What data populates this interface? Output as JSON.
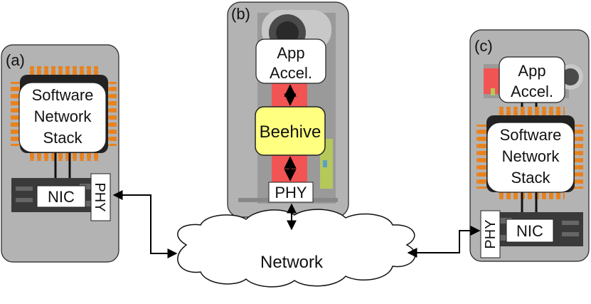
{
  "panels": {
    "a": {
      "label": "(a)",
      "stack_line1": "Software",
      "stack_line2": "Network",
      "stack_line3": "Stack",
      "nic": "NIC",
      "phy": "PHY"
    },
    "b": {
      "label": "(b)",
      "accel_line1": "App",
      "accel_line2": "Accel.",
      "beehive": "Beehive",
      "phy": "PHY"
    },
    "c": {
      "label": "(c)",
      "accel_line1": "App",
      "accel_line2": "Accel.",
      "stack_line1": "Software",
      "stack_line2": "Network",
      "stack_line3": "Stack",
      "nic": "NIC",
      "phy": "PHY"
    }
  },
  "network": {
    "label": "Network"
  },
  "colors": {
    "panel": "#b3b3b3",
    "chip_pins": "#e8821e",
    "beehive": "#ffff80",
    "pipe": "#f25454",
    "board": "#3a3a3a",
    "box": "#ffffff"
  }
}
